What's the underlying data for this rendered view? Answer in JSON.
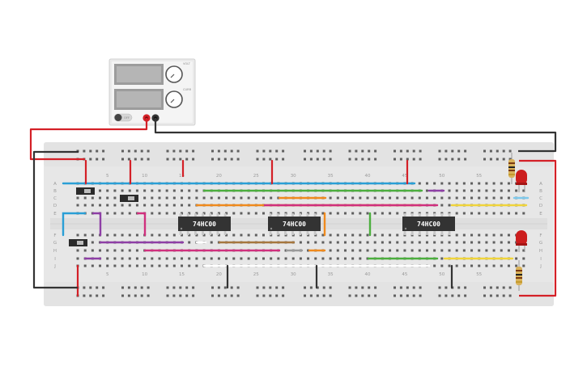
{
  "power_supply": {
    "output_label": "OFF",
    "knob_labels": [
      "VOLT",
      "CURR"
    ]
  },
  "breadboard": {
    "column_numbers": [
      "5",
      "10",
      "15",
      "20",
      "25",
      "30",
      "35",
      "40",
      "45",
      "50",
      "55"
    ],
    "row_letters_top": [
      "A",
      "B",
      "C",
      "D",
      "E"
    ],
    "row_letters_bottom": [
      "F",
      "G",
      "H",
      "I",
      "J"
    ]
  },
  "chips": [
    {
      "label": "74HC00"
    },
    {
      "label": "74HC00"
    },
    {
      "label": "74HC00"
    }
  ],
  "colors": {
    "red_wire": "#d42027",
    "black_wire": "#333333",
    "blue_wire": "#2a9fd6",
    "green_wire": "#4cae3e",
    "orange_wire": "#f08a1d",
    "purple_wire": "#8e3fa6",
    "magenta_wire": "#d0307e",
    "yellow_wire": "#f0d43a",
    "brown_wire": "#a6773e",
    "board": "#e7e7e7",
    "chip": "#333333",
    "led": "#cc1e1e"
  }
}
